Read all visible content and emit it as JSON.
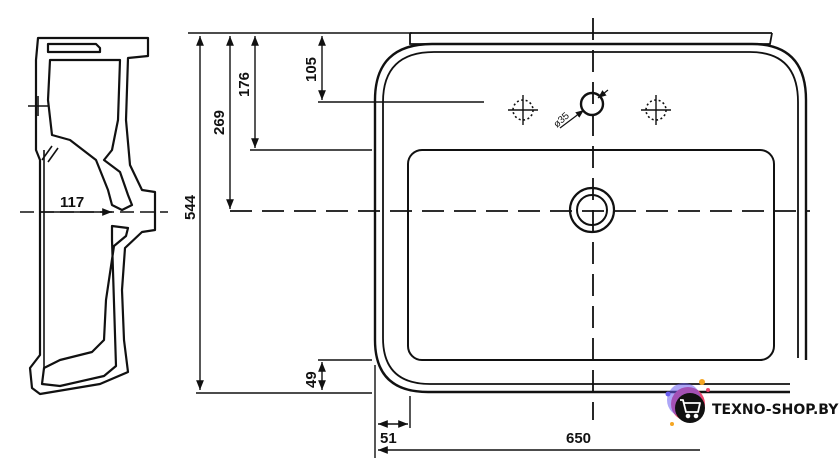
{
  "dimensions": {
    "side_depth": "117",
    "total_height": "544",
    "to_center": "269",
    "to_bowl_top": "176",
    "to_tap_holes": "105",
    "bottom_offset": "49",
    "left_offset": "51",
    "total_width": "650",
    "hole_diameter": "ø35"
  },
  "watermark": {
    "text": "TEXNO-SHOP.BY"
  },
  "colors": {
    "line": "#111111",
    "logo_dark": "#111111",
    "logo_accent": "#e9446a",
    "logo_accent2": "#f5a623",
    "logo_accent3": "#6a5cf0"
  }
}
